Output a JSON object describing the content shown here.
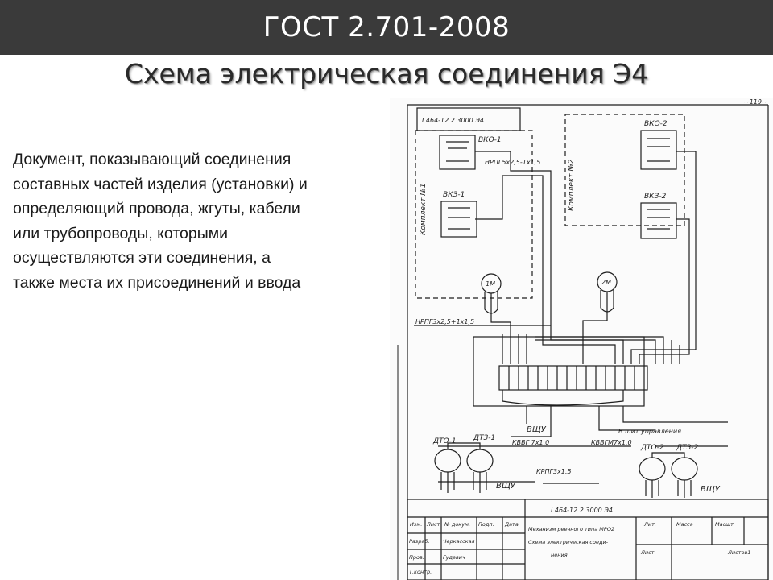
{
  "header": {
    "title": "ГОСТ 2.701-2008",
    "subtitle": "Схема электрическая соединения Э4",
    "bar_color": "#3a3a3a"
  },
  "description": "Документ, показывающий соединения\nсоставных частей изделия (установки) и\nопределяющий провода, жгуты, кабели\nили трубопроводы, которыми\nосуществляются эти соединения, а\nтакже места их присоединений и ввода",
  "drawing": {
    "sheet_mark": "~119~",
    "top_code": "I.464-12.2.3000 Э4",
    "set_1": "Комплект №1",
    "set_2": "Комплект №2",
    "devices": {
      "vko1": "ВКО-1",
      "vkz1": "ВКЗ-1",
      "vko2": "ВКО-2",
      "vkz2": "ВКЗ-2",
      "m1": "1М",
      "m2": "2М",
      "dto1": "ДТО-1",
      "dtz1": "ДТЗ-1",
      "dto2": "ДТО-2",
      "dtz2": "ДТЗ-2"
    },
    "cables": {
      "c1": "НРПГ5х2,5-1х1,5",
      "c2": "НРПГ3х2,5+1х1,5",
      "c3": "КВВГ 7х1,0",
      "c4": "КВВГМ7х1,0",
      "c5": "КРПГ3х1,5"
    },
    "labels": {
      "vshu_1": "ВЩУ",
      "vshu_2": "ВЩУ",
      "vshu_3": "ВЩУ",
      "v_shchit": "В щит управления"
    },
    "title_block": {
      "code": "I.464-12.2.3000 Э4",
      "line_1": "Механизм реечного типа МРО2",
      "line_2": "Схема электрическая соеди-",
      "line_3": "нения",
      "col_lit": "Лит.",
      "col_mass": "Масса",
      "col_scale": "Масшт",
      "sheet": "Лист",
      "sheets": "Листов1",
      "r_izm": "Изм.",
      "r_list": "Лист",
      "r_doc": "№ докум.",
      "r_sign": "Подп.",
      "r_date": "Дата",
      "r_razrab": "Разраб.",
      "r_prov": "Пров.",
      "r_tkontr": "Т.контр.",
      "name_1": "Черкасская",
      "name_2": "Гудевич"
    }
  }
}
